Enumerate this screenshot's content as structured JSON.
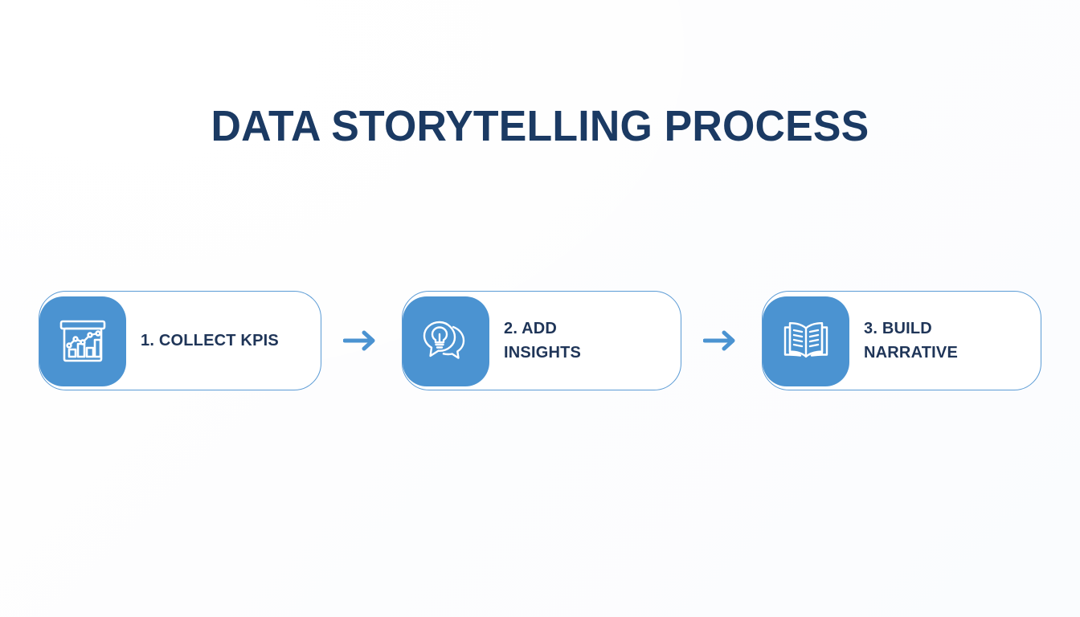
{
  "slide": {
    "title": "DATA STORYTELLING PROCESS",
    "background_color": "#fdfdfe",
    "title_color": "#1b3a63",
    "accent_color": "#4b93d1",
    "border_color": "#5b9bd5",
    "label_color": "#1f3558"
  },
  "steps": [
    {
      "number": "1.",
      "label": "1. COLLECT KPIS",
      "icon": "bar-chart-presentation-icon",
      "icon_color": "#ffffff",
      "tile_color": "#4b93d1"
    },
    {
      "number": "2.",
      "label": "2. ADD\nINSIGHTS",
      "icon": "lightbulb-speech-bubble-icon",
      "icon_color": "#ffffff",
      "tile_color": "#4b93d1"
    },
    {
      "number": "3.",
      "label": "3. BUILD\nNARRATIVE",
      "icon": "open-book-icon",
      "icon_color": "#ffffff",
      "tile_color": "#4b93d1"
    }
  ],
  "connectors": [
    {
      "icon": "arrow-right-icon",
      "color": "#4b93d1"
    },
    {
      "icon": "arrow-right-icon",
      "color": "#4b93d1"
    }
  ]
}
